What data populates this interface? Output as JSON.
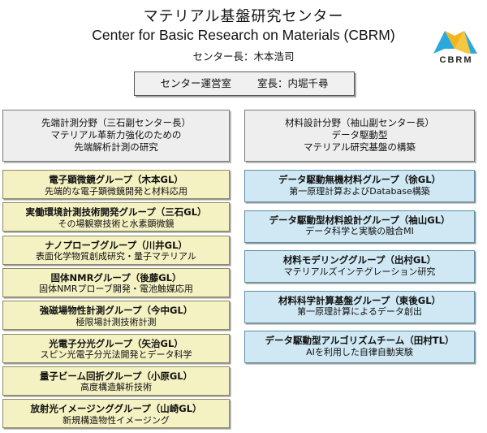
{
  "header": {
    "title_ja": "マテリアル基盤研究センター",
    "title_en": "Center for Basic Research on Materials (CBRM)",
    "director": "センター長：木本浩司",
    "logo_text": "CBRM",
    "logo_colors": [
      "#f2b51b",
      "#2aa9e0"
    ]
  },
  "office": {
    "name": "センター運営室",
    "chief": "室長：内堀千尋"
  },
  "left_division": {
    "line1": "先端計測分野（三石副センター長）",
    "line2": "マテリアル革新力強化のための",
    "line3": "先端解析計測の研究",
    "color": "#f4f1c2",
    "groups": [
      {
        "name": "電子顕微鏡グループ（木本GL）",
        "desc": "先端的な電子顕微鏡開発と材料応用"
      },
      {
        "name": "実働環境計測技術開発グループ（三石GL）",
        "desc": "その場観察技術と水素顕微鏡"
      },
      {
        "name": "ナノプローブグループ（川井GL）",
        "desc": "表面化学物質創成研究・量子マテリアル"
      },
      {
        "name": "固体NMRグループ（後藤GL）",
        "desc": "固体NMRプローブ開発・電池触媒応用"
      },
      {
        "name": "強磁場物性計測グループ（今中GL）",
        "desc": "極限場計測技術計測"
      },
      {
        "name": "光電子分光グループ（矢治GL）",
        "desc": "スピン光電子分光法開発とデータ科学"
      },
      {
        "name": "量子ビーム回折グループ（小原GL）",
        "desc": "高度構造解析技術"
      },
      {
        "name": "放射光イメージンググループ（山崎GL）",
        "desc": "新規構造物性イメージング"
      }
    ]
  },
  "right_division": {
    "line1": "材料設計分野（袖山副センター長）",
    "line2": "データ駆動型",
    "line3": "マテリアル研究基盤の構築",
    "color": "#cfe8f3",
    "groups": [
      {
        "name": "データ駆動無機材料グループ（徐GL）",
        "desc": "第一原理計算およびDatabase構築"
      },
      {
        "name": "データ駆動型材料設計グループ（袖山GL）",
        "desc": "データ科学と実験の融合MI"
      },
      {
        "name": "材料モデリンググループ（出村GL）",
        "desc": "マテリアルズインテグレーション研究"
      },
      {
        "name": "材料科学計算基盤グループ（東後GL）",
        "desc": "第一原理計算によるデータ創出"
      },
      {
        "name": "データ駆動型アルゴリズムチーム（田村TL）",
        "desc": "AIを利用した自律自動実験"
      }
    ]
  }
}
